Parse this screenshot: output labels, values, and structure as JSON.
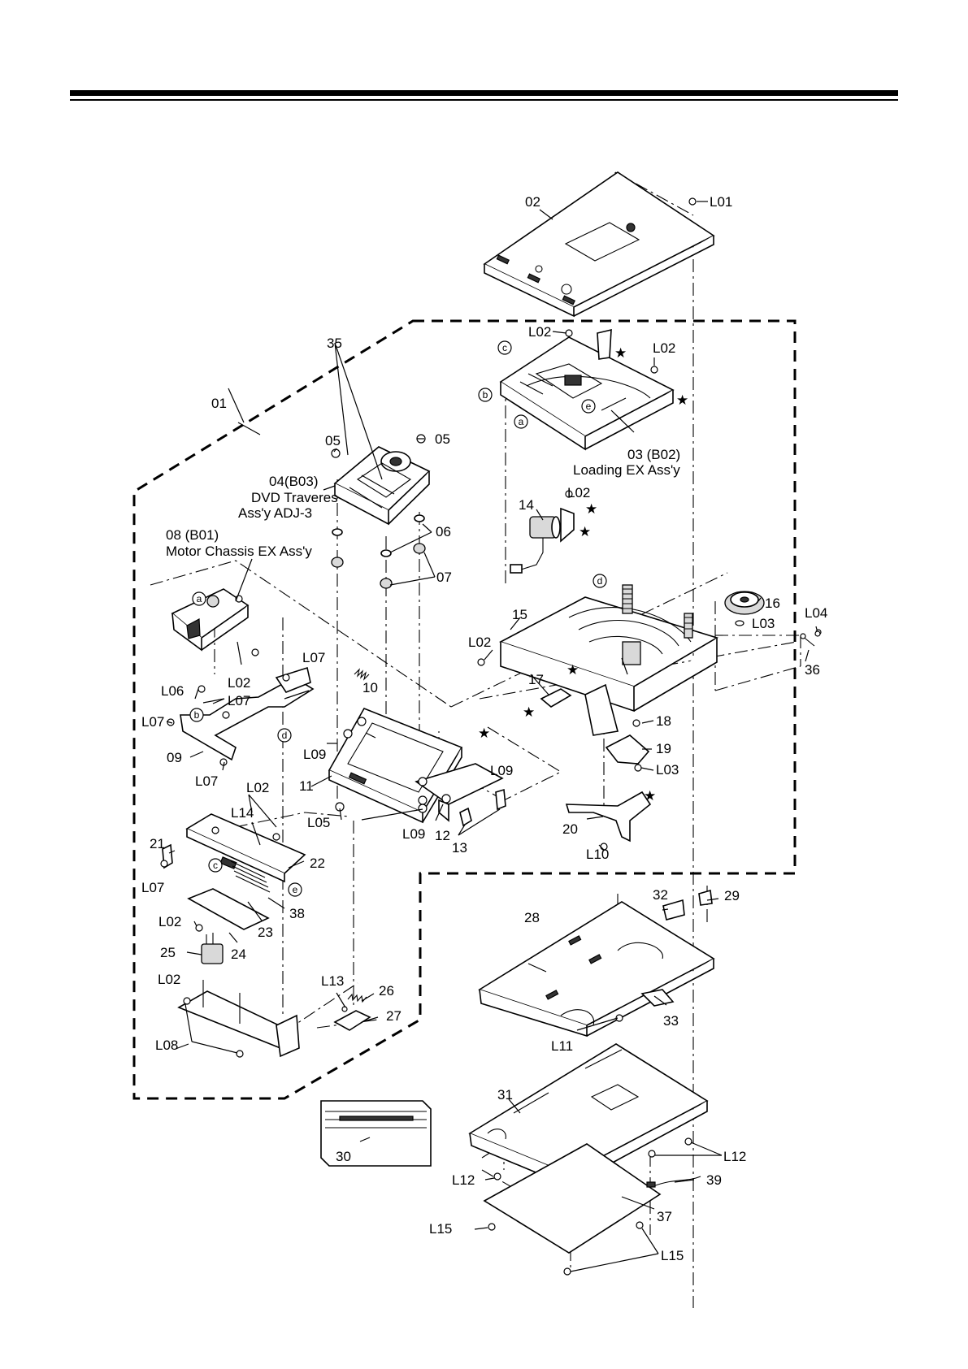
{
  "labels": {
    "p01": "01",
    "p02": "02",
    "p03": "03 (B02)",
    "p03_sub": "Loading EX Ass'y",
    "p04": "04(B03)",
    "p04_sub1": "DVD Traveres",
    "p04_sub2": "Ass'y ADJ-3",
    "p05a": "05",
    "p05b": "05",
    "p06": "06",
    "p07": "07",
    "p08": "08 (B01)",
    "p08_sub": "Motor Chassis EX Ass'y",
    "p09a": "09",
    "p09b": "L09",
    "p09c": "L09",
    "p09d": "L09",
    "p10": "10",
    "p11": "11",
    "p12": "12",
    "p13": "13",
    "p14": "14",
    "p15": "15",
    "p16": "16",
    "p17": "17",
    "p18": "18",
    "p19": "19",
    "p20": "20",
    "p21": "21",
    "p22": "22",
    "p23": "23",
    "p24": "24",
    "p25": "25",
    "p26": "26",
    "p27": "27",
    "p28": "28",
    "p29": "29",
    "p30": "30",
    "p31": "31",
    "p32": "32",
    "p33": "33",
    "p35": "35",
    "p36": "36",
    "p37": "37",
    "p38": "38",
    "p39": "39",
    "L01": "L01",
    "L02a": "L02",
    "L02b": "L02",
    "L02c": "L02",
    "L02d": "L02",
    "L02e": "L02",
    "L02f": "L02",
    "L02g": "L02",
    "L02h": "L02",
    "L03a": "L03",
    "L03b": "L03",
    "L04": "L04",
    "L05": "L05",
    "L06": "L06",
    "L07a": "L07",
    "L07b": "L07",
    "L07c": "L07",
    "L07d": "L07",
    "L07e": "L07",
    "L08": "L08",
    "L10": "L10",
    "L11": "L11",
    "L12a": "L12",
    "L12b": "L12",
    "L13": "L13",
    "L14": "L14",
    "L15a": "L15",
    "L15b": "L15",
    "a": "a",
    "b": "b",
    "c": "c",
    "d": "d",
    "e": "e",
    "star": "★"
  }
}
